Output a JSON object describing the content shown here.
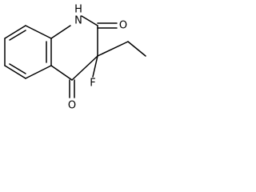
{
  "labels": {
    "nh_n": "N",
    "nh_h": "H",
    "o_amide": "O",
    "o_ketone": "O",
    "fluorine": "F"
  },
  "colors": {
    "bond": "#000000",
    "text": "#000000",
    "background": "#ffffff"
  }
}
